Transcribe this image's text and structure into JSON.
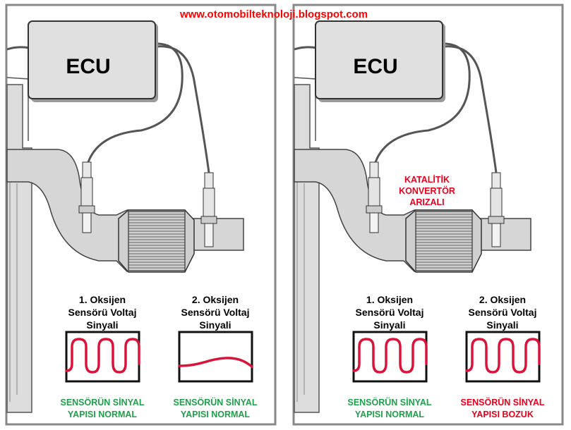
{
  "header": {
    "url": "www.otomobilteknoloji.blogspot.com"
  },
  "colors": {
    "url": "#ff0000",
    "normal": "#1ea04a",
    "fault": "#e8001c",
    "signal": "#d8143a",
    "frame": "#888888"
  },
  "panels": [
    {
      "ecu_label": "ECU",
      "warning": [],
      "sensors": [
        {
          "title": [
            "1. Oksijen",
            "Sensörü Voltaj",
            "Sinyali"
          ],
          "signal": "square",
          "status": [
            "SENSÖRÜN SİNYAL",
            "YAPISI NORMAL"
          ],
          "status_type": "normal"
        },
        {
          "title": [
            "2. Oksijen",
            "Sensörü Voltaj",
            "Sinyali"
          ],
          "signal": "flat",
          "status": [
            "SENSÖRÜN SİNYAL",
            "YAPISI NORMAL"
          ],
          "status_type": "normal"
        }
      ]
    },
    {
      "ecu_label": "ECU",
      "warning": [
        "KATALİTİK",
        "KONVERTÖR",
        "ARIZALI"
      ],
      "sensors": [
        {
          "title": [
            "1. Oksijen",
            "Sensörü Voltaj",
            "Sinyali"
          ],
          "signal": "square",
          "status": [
            "SENSÖRÜN SİNYAL",
            "YAPISI NORMAL"
          ],
          "status_type": "normal"
        },
        {
          "title": [
            "2. Oksijen",
            "Sensörü Voltaj",
            "Sinyali"
          ],
          "signal": "square",
          "status": [
            "SENSÖRÜN SİNYAL",
            "YAPISI BOZUK"
          ],
          "status_type": "fault"
        }
      ]
    }
  ]
}
